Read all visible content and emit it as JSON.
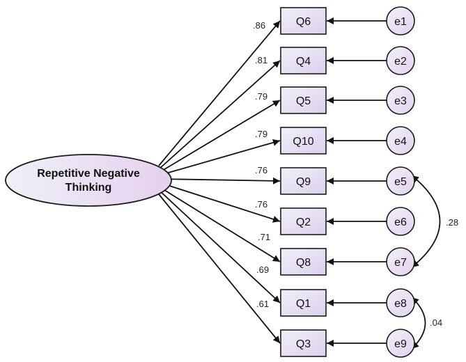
{
  "latent": {
    "label_line1": "Repetitive Negative",
    "label_line2": "Thinking"
  },
  "indicators": [
    {
      "item": "Q6",
      "error": "e1",
      "loading": ".86"
    },
    {
      "item": "Q4",
      "error": "e2",
      "loading": ".81"
    },
    {
      "item": "Q5",
      "error": "e3",
      "loading": ".79"
    },
    {
      "item": "Q10",
      "error": "e4",
      "loading": ".79"
    },
    {
      "item": "Q9",
      "error": "e5",
      "loading": ".76"
    },
    {
      "item": "Q2",
      "error": "e6",
      "loading": ".76"
    },
    {
      "item": "Q8",
      "error": "e7",
      "loading": ".71"
    },
    {
      "item": "Q1",
      "error": "e8",
      "loading": ".69"
    },
    {
      "item": "Q3",
      "error": "e9",
      "loading": ".61"
    }
  ],
  "covariances": [
    {
      "from": "e5",
      "to": "e7",
      "value": ".28"
    },
    {
      "from": "e8",
      "to": "e9",
      "value": ".04"
    }
  ],
  "colors": {
    "fill_light": "#eef0f7",
    "fill_purple": "#e4d4ef",
    "stroke": "#111111"
  }
}
